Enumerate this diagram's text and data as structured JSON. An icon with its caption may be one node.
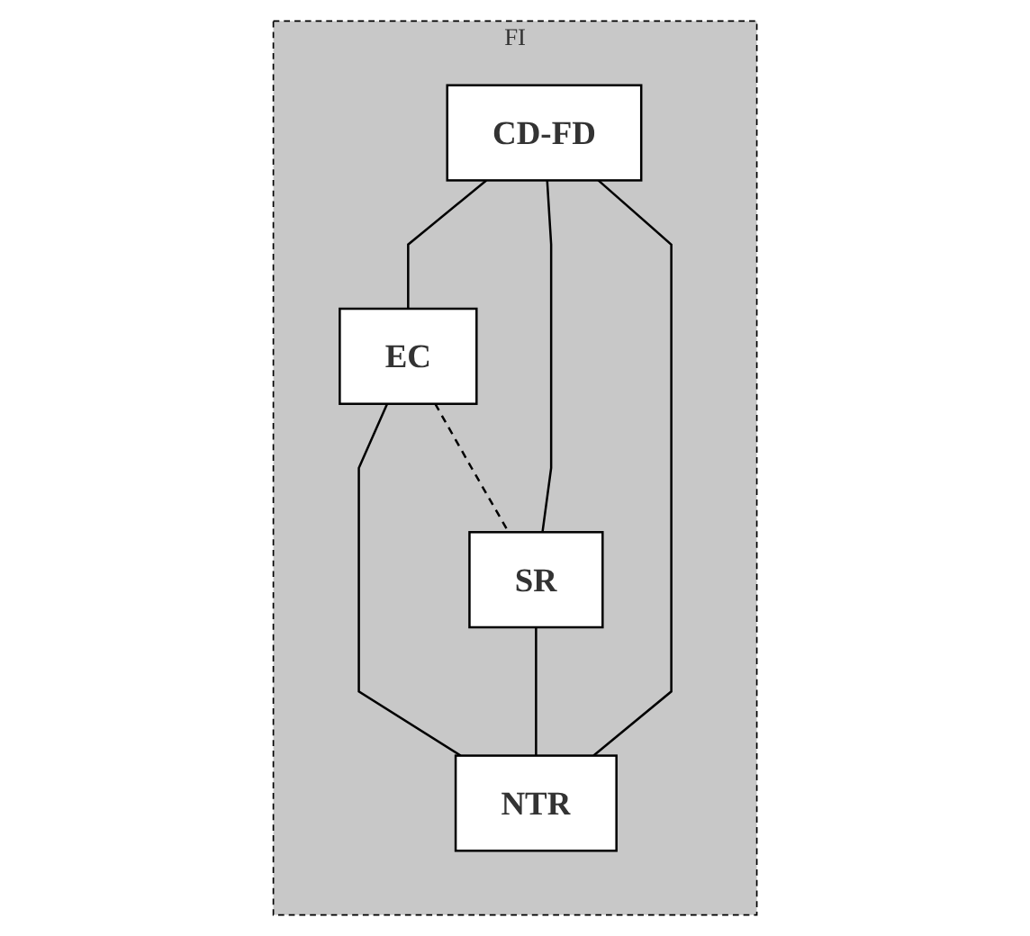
{
  "diagram": {
    "nodes": [
      {
        "text": [
          "FI"
        ]
      },
      {
        "text": [
          "CD-FD"
        ],
        "in": 0
      },
      {
        "text": [
          "EC"
        ],
        "in": 0
      },
      {
        "text": [
          "SR"
        ],
        "in": 0
      },
      {
        "text": [
          "NTR"
        ],
        "in": 0
      }
    ],
    "edges": [
      {
        "from": 1,
        "to": 2,
        "arrow": "none"
      },
      {
        "from": 1,
        "to": 3,
        "arrow": "none"
      },
      {
        "from": 1,
        "to": 4,
        "arrow": "none"
      },
      {
        "from": 2,
        "to": 4,
        "arrow": "none"
      },
      {
        "from": 3,
        "to": 4,
        "arrow": "none"
      },
      {
        "from": 2,
        "to": 3,
        "arrow": "none",
        "style": "dashed"
      }
    ]
  }
}
